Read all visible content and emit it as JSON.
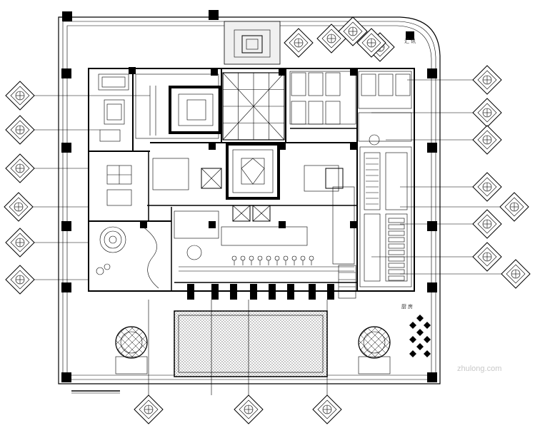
{
  "title": "",
  "labels": {
    "kitchen": "厨 房",
    "side_note": "汇 讯"
  },
  "watermark": "zhulong.com",
  "colors": {
    "ink": "#000000",
    "paper": "#ffffff",
    "watermark": "#c8c8c8"
  }
}
